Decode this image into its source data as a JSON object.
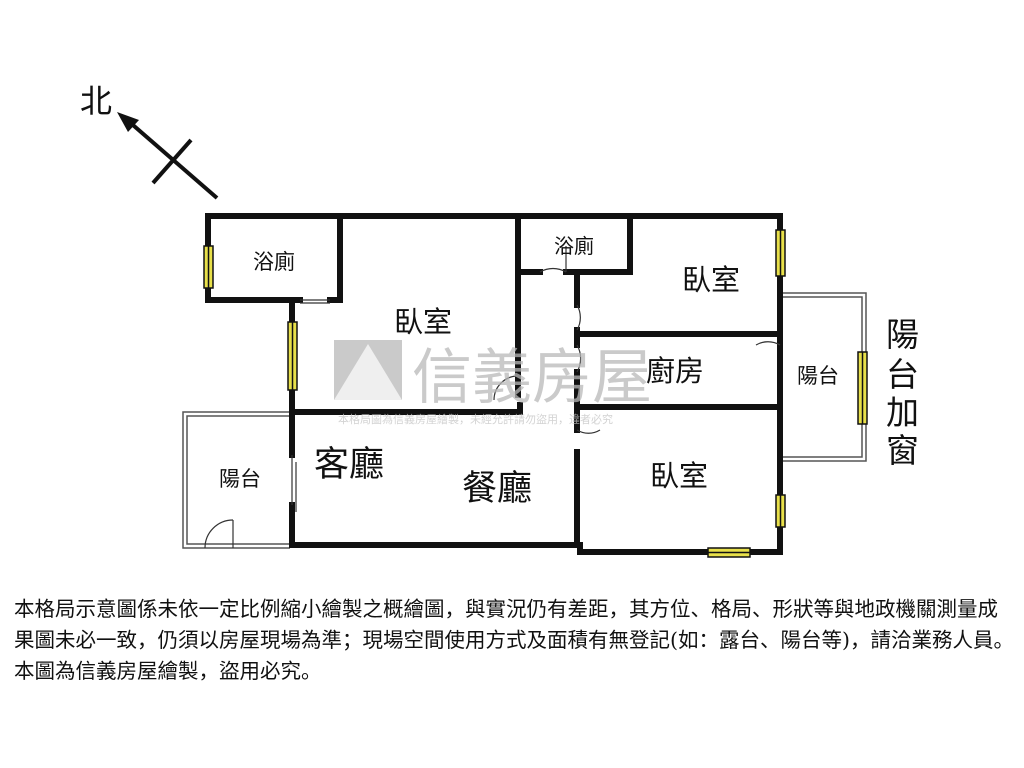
{
  "compass": {
    "label": "北"
  },
  "rooms": {
    "bath_left": "浴廁",
    "bedroom_main": "臥室",
    "bath_small": "浴廁",
    "bedroom_ne": "臥室",
    "kitchen": "廚房",
    "balcony_east": "陽台",
    "living": "客廳",
    "dining": "餐廳",
    "bedroom_se": "臥室",
    "balcony_west": "陽台"
  },
  "side_label": [
    "陽",
    "台",
    "加",
    "窗"
  ],
  "watermark": {
    "brand": "信義房屋",
    "notice": "本格局圖為信義房屋繪製，未經允許請勿盜用，違者必究"
  },
  "disclaimer": "本格局示意圖係未依一定比例縮小繪製之概繪圖，與實況仍有差距，其方位、格局、形狀等與地政機關測量成果圖未必一致，仍須以房屋現場為準；現場空間使用方式及面積有無登記(如：露台、陽台等)，請洽業務人員。本圖為信義房屋繪製，盜用必究。",
  "colors": {
    "wall": "#111111",
    "window": "#e8e04a",
    "watermark": "#b9b9b9"
  }
}
